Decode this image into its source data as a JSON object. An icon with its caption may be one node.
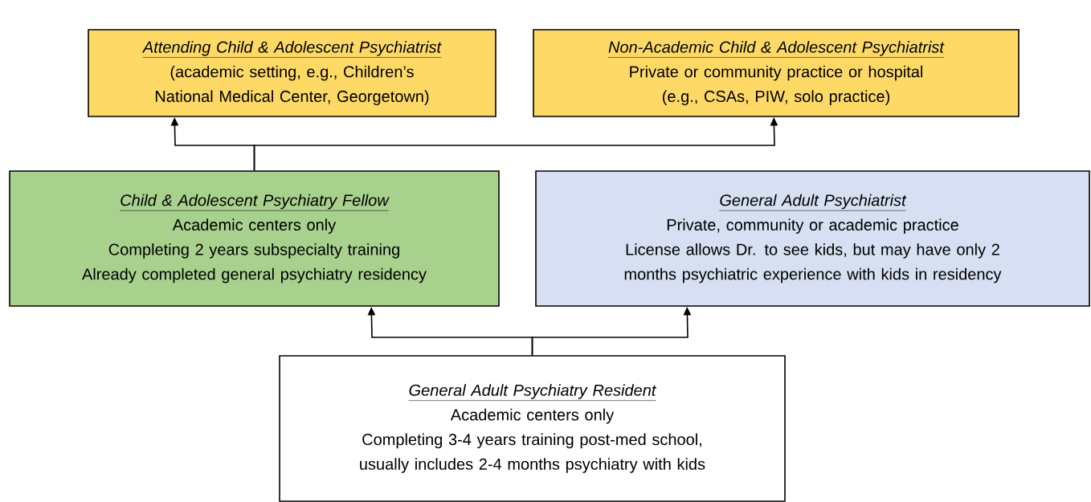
{
  "diagram": {
    "nodes": [
      {
        "text": [
          "Attending Child & Adolescent Psychiatrist",
          "(academic setting, e.g., Children’s National Medical Center, Georgetown)"
        ]
      },
      {
        "text": [
          "Non-Academic Child & Adolescent Psychiatrist",
          "Private or community practice or hospital",
          "(e.g., CSAs, PIW, solo practice)"
        ]
      },
      {
        "text": [
          "Child & Adolescent Psychiatry Fellow",
          "Academic centers only",
          "Completing 2 years subspecialty training",
          "Already completed general psychiatry residency"
        ]
      },
      {
        "text": [
          "General Adult Psychiatrist",
          "Private, community or academic practice",
          "License allows Dr. to see kids, but may have only 2 months psychiatric experience with kids in residency"
        ]
      },
      {
        "text": [
          "General Adult Psychiatry Resident",
          "Academic centers only",
          "Completing 3-4 years training post-med school,",
          "usually includes 2-4 months psychiatry with kids"
        ]
      }
    ],
    "edges": [
      {
        "from": 2,
        "to": 0,
        "arrow": "to"
      },
      {
        "from": 2,
        "to": 1,
        "arrow": "to"
      },
      {
        "from": 4,
        "to": 2,
        "arrow": "to"
      },
      {
        "from": 4,
        "to": 3,
        "arrow": "to"
      }
    ]
  }
}
